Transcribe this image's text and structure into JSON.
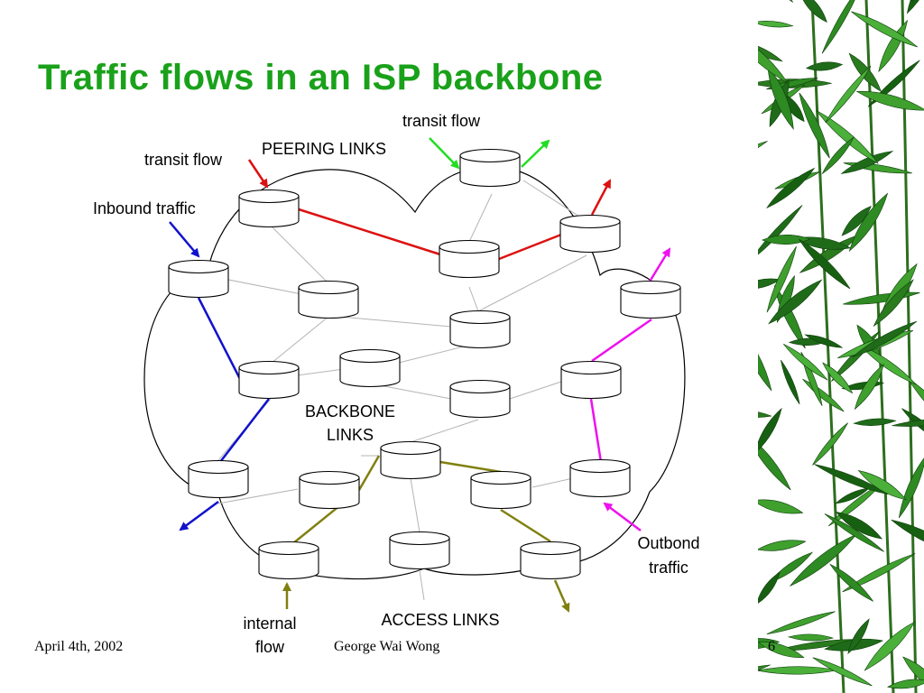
{
  "slide": {
    "title": "Traffic flows in an ISP backbone",
    "footer_date": "April 4th, 2002",
    "footer_author": "George Wai Wong",
    "page_number": "6"
  },
  "labels": {
    "transit_flow_top": "transit flow",
    "transit_flow_left": "transit flow",
    "peering_links": "PEERING LINKS",
    "inbound_traffic": "Inbound traffic",
    "backbone_links_1": "BACKBONE",
    "backbone_links_2": "LINKS",
    "outbound_traffic_1": "Outbond",
    "outbound_traffic_2": "traffic",
    "internal_flow_1": "internal",
    "internal_flow_2": "flow",
    "access_links": "ACCESS LINKS"
  },
  "colors": {
    "title": "#1aa11a",
    "transit_flow": "#dd1111",
    "inbound_traffic": "#1111cc",
    "outbound_traffic": "#ee11ee",
    "internal_flow": "#808010",
    "transit_arrow_top": "#22dd22",
    "backbone_link": "#b0b0b0"
  }
}
